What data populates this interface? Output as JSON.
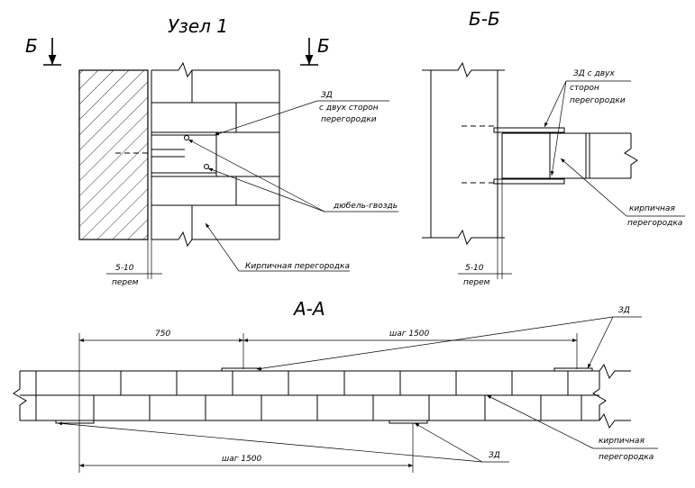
{
  "views": {
    "node1": {
      "title": "Узел 1",
      "section_mark_left": "Б",
      "section_mark_right": "Б",
      "label_tie": "ЗД",
      "label_tie_sides_line1": "с двух сторон",
      "label_tie_sides_line2": "перегородки",
      "label_dowel": "дюбель-гвоздь",
      "label_partition": "Кирпичная перегородка",
      "gap_value": "5-10",
      "gap_note": "перем"
    },
    "section_bb": {
      "title": "Б-Б",
      "label_tie_line1": "ЗД с двух",
      "label_tie_line2": "сторон",
      "label_tie_line3": "перегородки",
      "label_partition_line1": "кирпичная",
      "label_partition_line2": "перегородка",
      "gap_value": "5-10",
      "gap_note": "перем"
    },
    "section_aa": {
      "title": "А-А",
      "dim_first": "750",
      "dim_step_top": "шаг 1500",
      "dim_step_bottom": "шаг 1500",
      "label_tie_top": "ЗД",
      "label_tie_bottom": "ЗД",
      "label_partition_line1": "кирпичная",
      "label_partition_line2": "перегородка"
    }
  }
}
